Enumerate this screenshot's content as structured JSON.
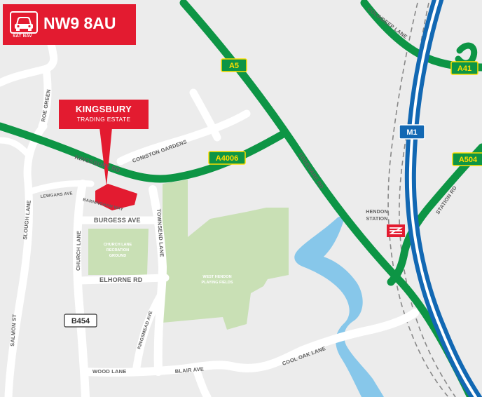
{
  "header": {
    "postcode": "NW9 8AU",
    "sat_nav_label": "SAT NAV",
    "icon": "car-icon"
  },
  "site_marker": {
    "name": "KINGSBURY",
    "subtitle": "TRADING ESTATE"
  },
  "road_shields": {
    "a5": "A5",
    "a41": "A41",
    "m1": "M1",
    "a4006": "A4006",
    "a504": "A504",
    "b454": "B454"
  },
  "road_labels": {
    "roe_green": "ROE GREEN",
    "coniston_gardens": "CONISTON GARDENS",
    "kingsbury_rd": "KINGSBURY RD",
    "colindeep_lane": "COLINDEEP LANE",
    "edgeware_rd": "EDGEWARE RD",
    "lewgars_ave": "LEWGARS AVE",
    "barningham_way": "BARNINGHAM WAY",
    "slough_lane": "SLOUGH LANE",
    "church_lane": "CHURCH LANE",
    "burgess_ave": "BURGESS AVE",
    "townsend_lane": "TOWNSEND LANE",
    "elmhorne_rd": "ELHORNE RD",
    "salmon_st": "SALMON ST",
    "kingsmead_ave": "KINGSMEAD AVE",
    "wood_lane": "WOOD LANE",
    "blair_ave": "BLAIR AVE",
    "cool_oak_lane": "COOL OAK LANE",
    "station_rd": "STATION RD"
  },
  "places": {
    "church_lane_ground_1": "CHURCH LANE",
    "church_lane_ground_2": "RECRATION",
    "church_lane_ground_3": "GROUND",
    "playing_fields_1": "WEST HENDON",
    "playing_fields_2": "PLAYING FIELDS"
  },
  "station": {
    "line1": "HENDON",
    "line2": "STATION",
    "icon": "national-rail-icon"
  },
  "colors": {
    "brand_red": "#e31b30",
    "a_road_green": "#0d9545",
    "motorway_blue": "#1268b3",
    "shield_yellow": "#ffde00",
    "park_green": "#c9e0b5",
    "water_blue": "#87c7ea",
    "background": "#ececec",
    "minor_road": "#ffffff"
  }
}
